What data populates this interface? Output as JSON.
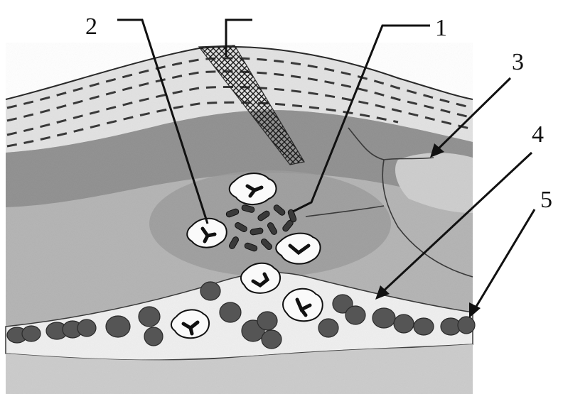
{
  "callouts": [
    {
      "id": "1",
      "label": "1"
    },
    {
      "id": "2",
      "label": "2"
    },
    {
      "id": "3",
      "label": "3"
    },
    {
      "id": "4",
      "label": "4"
    },
    {
      "id": "5",
      "label": "5"
    }
  ],
  "colors": {
    "tissue_dark": "#8a8a8a",
    "tissue_mid": "#a9a9a9",
    "tissue_light": "#cfcfcf",
    "epidermis": "#e4e4e4",
    "vessel_lumen": "#f1f1f1",
    "red_cell": "#555555",
    "ink": "#111111"
  }
}
